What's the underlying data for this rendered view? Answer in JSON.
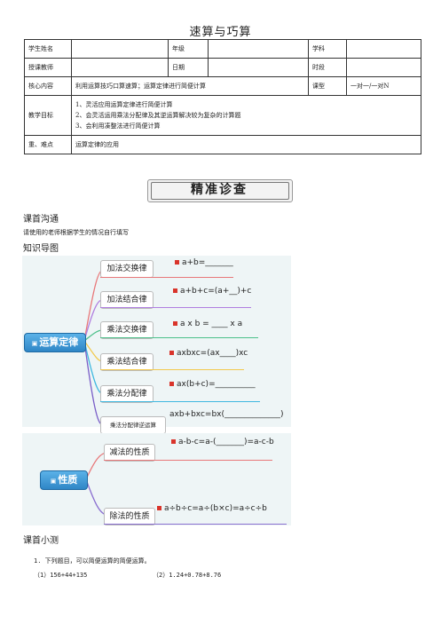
{
  "title": "速算与巧算",
  "info": {
    "student_label": "学生姓名",
    "grade_label": "年级",
    "subject_label": "学科",
    "teacher_label": "授课教师",
    "date_label": "日期",
    "period_label": "时段",
    "core_label": "核心内容",
    "core_value": "利用运算技巧口算速算；运算定律进行简便计算",
    "type_label": "课型",
    "type_value": "一对一/一对N",
    "goal_label": "教学目标",
    "goals": [
      "1、灵活应用运算定律进行简便计算",
      "2、会灵活运用乘法分配律及其逆运算解决较为复杂的计算题",
      "3、会利用凑整法进行简便计算"
    ],
    "key_label": "重、难点",
    "key_value": "运算定律的应用"
  },
  "banner": "精准诊查",
  "sections": {
    "pre_comm": "课首沟通",
    "pre_comm_note": "请使用的老师根据学生的情况自行填写",
    "mindmap_title": "知识导图",
    "pre_test": "课首小测"
  },
  "mindmap1": {
    "center": "运算定律",
    "branches": [
      {
        "label": "加法交换律",
        "formula": "a+b=_______",
        "color": "#e8787a"
      },
      {
        "label": "加法结合律",
        "formula": "a+b+c=(a+__)+c",
        "color": "#b07ee0"
      },
      {
        "label": "乘法交换律",
        "formula": "a x  b  = ____ x a",
        "color": "#4cc08a"
      },
      {
        "label": "乘法结合律",
        "formula": "axbxc=(ax____)xc",
        "color": "#f2c94c"
      },
      {
        "label": "乘法分配律",
        "formula": "ax(b+c)=__________",
        "color": "#3fb8e0"
      },
      {
        "label": "乘法分配律逆运算",
        "formula": "axb+bxc=bx(______________)",
        "color": "#7a5fc8"
      }
    ]
  },
  "mindmap2": {
    "center": "性质",
    "branches": [
      {
        "label": "减法的性质",
        "formula": "a-b-c=a-(_______)=a-c-b",
        "color": "#e8787a"
      },
      {
        "label": "除法的性质",
        "formula": "a÷b÷c=a÷(b×c)=a÷c÷b",
        "color": "#8a6fd0"
      }
    ]
  },
  "questions": {
    "intro": "1.  下列题目，可以简便运算的简便运算。",
    "q1": "（1）156+44+135",
    "q2": "（2）1.24+0.78+8.76"
  }
}
